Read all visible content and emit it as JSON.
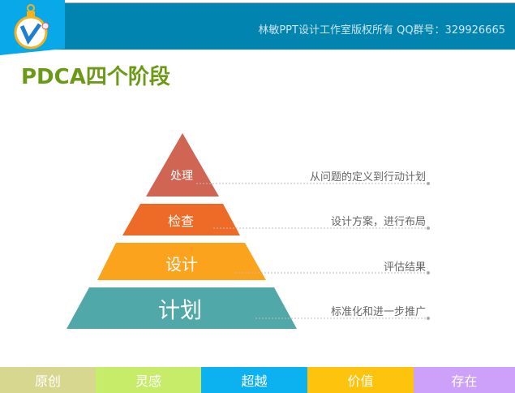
{
  "header": {
    "copyright": "林敏PPT设计工作室版权所有    QQ群号：329926665"
  },
  "title": "PDCA四个阶段",
  "pyramid": [
    {
      "label": "处理",
      "desc": "从问题的定义到行动计划",
      "color": "#d06553"
    },
    {
      "label": "检查",
      "desc": "设计方案，进行布局",
      "color": "#ee6b27"
    },
    {
      "label": "设计",
      "desc": "评估结果",
      "color": "#fba31c"
    },
    {
      "label": "计划",
      "desc": "标准化和进一步推广",
      "color": "#50a8a9"
    }
  ],
  "footer": [
    {
      "label": "原创",
      "color": "#d6d58a"
    },
    {
      "label": "灵感",
      "color": "#c5ec62"
    },
    {
      "label": "超越",
      "color": "#00aeef"
    },
    {
      "label": "价值",
      "color": "#fec000"
    },
    {
      "label": "存在",
      "color": "#cb9cf9"
    }
  ]
}
